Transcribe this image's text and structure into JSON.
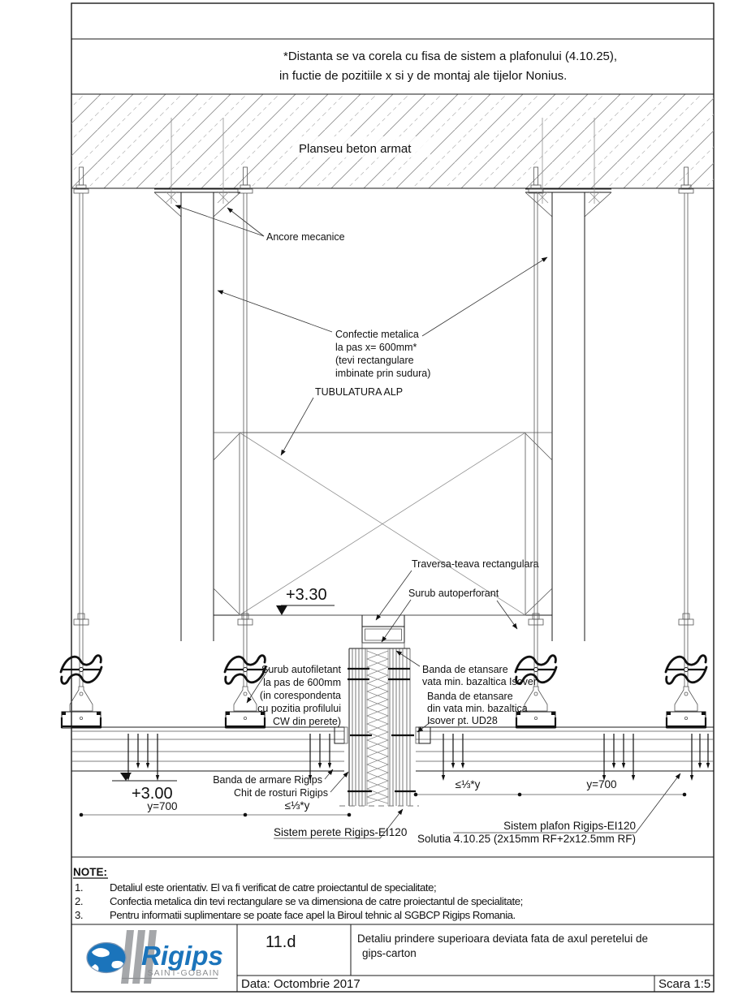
{
  "top_note": {
    "line1": "*Distanta se va corela cu fisa de sistem a plafonului (4.10.25),",
    "line2": "in fuctie de pozitiile x si y de montaj ale tijelor Nonius."
  },
  "drawing": {
    "slab_label": "Planseu beton armat",
    "labels": {
      "ancore": "Ancore mecanice",
      "confectie": [
        "Confectie metalica",
        "la pas x= 600mm*",
        "(tevi rectangulare",
        "imbinate prin sudura)"
      ],
      "tubulatura": "TUBULATURA ALP",
      "traversa": "Traversa-teava rectangulara",
      "surub_autoperforant": "Surub autoperforant",
      "surub_autofiletant": [
        "Surub autofiletant",
        "la pas de 600mm",
        "(in corespondenta",
        "cu pozitia profilului",
        "CW din perete)"
      ],
      "banda_etansare_sus": [
        "Banda de etansare",
        "vata min. bazaltica Isover"
      ],
      "banda_etansare_ud28": [
        "Banda de etansare",
        "din vata min. bazaltica",
        "Isover pt. UD28"
      ],
      "banda_armare": "Banda de armare Rigips",
      "chit_rosturi": "Chit de rosturi Rigips",
      "sistem_perete": "Sistem perete Rigips-EI120",
      "sistem_plafon": [
        "Sistem plafon Rigips-EI120",
        "Solutia 4.10.25 (2x15mm RF+2x12.5mm RF)"
      ]
    },
    "levels": {
      "upper": "+3.30",
      "lower": "+3.00"
    },
    "dims": {
      "left_span": "y=700",
      "left_offset": "≤⅓*y",
      "right_offset": "≤⅓*y",
      "right_span": "y=700"
    }
  },
  "notes": {
    "title": "NOTE:",
    "items": [
      {
        "num": "1.",
        "text": "Detaliul este orientativ. El va fi verificat de catre proiectantul de specialitate;"
      },
      {
        "num": "2.",
        "text": "Confectia metalica din tevi rectangulare se va dimensiona de catre proiectantul de specialitate;"
      },
      {
        "num": "3.",
        "text": "Pentru informatii suplimentare se poate face apel la Biroul tehnic al SGBCP Rigips Romania."
      }
    ]
  },
  "title_block": {
    "brand": "Rigips",
    "brand_sub": "SAINT-GOBAIN",
    "code": "11.d",
    "description": [
      "Detaliu prindere superioara deviata fata de axul peretelui de",
      "gips-carton"
    ],
    "date": "Data: Octombrie 2017",
    "scale": "Scara 1:5"
  },
  "colors": {
    "line": "#1a1a1a",
    "hatch": "#8f8f8f",
    "brand_blue": "#1b74bb",
    "brand_gray": "#9d9fa2"
  }
}
